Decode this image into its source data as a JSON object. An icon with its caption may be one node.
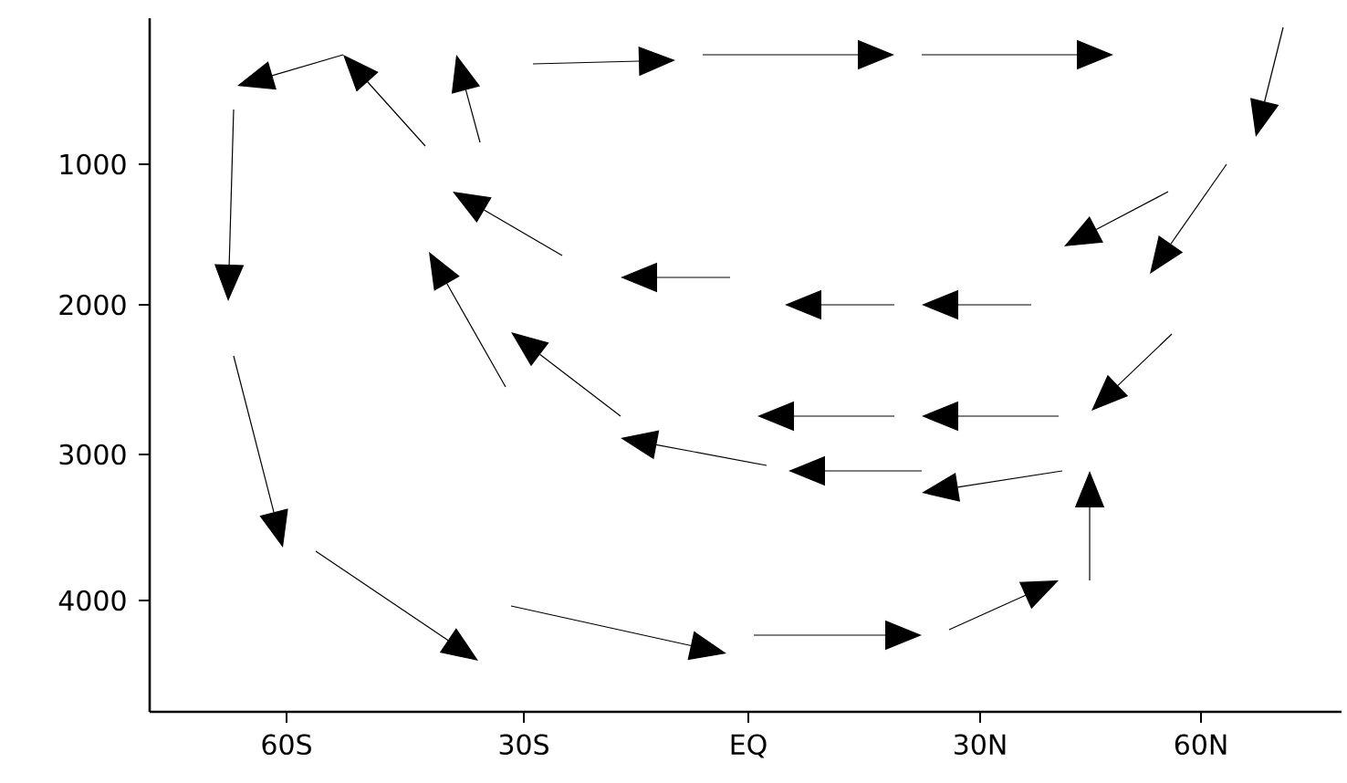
{
  "diagram": {
    "labels": [
      "1000",
      "2000",
      "3000",
      "4000",
      "60S",
      "30S",
      "EQ",
      "30N",
      "60N"
    ]
  }
}
